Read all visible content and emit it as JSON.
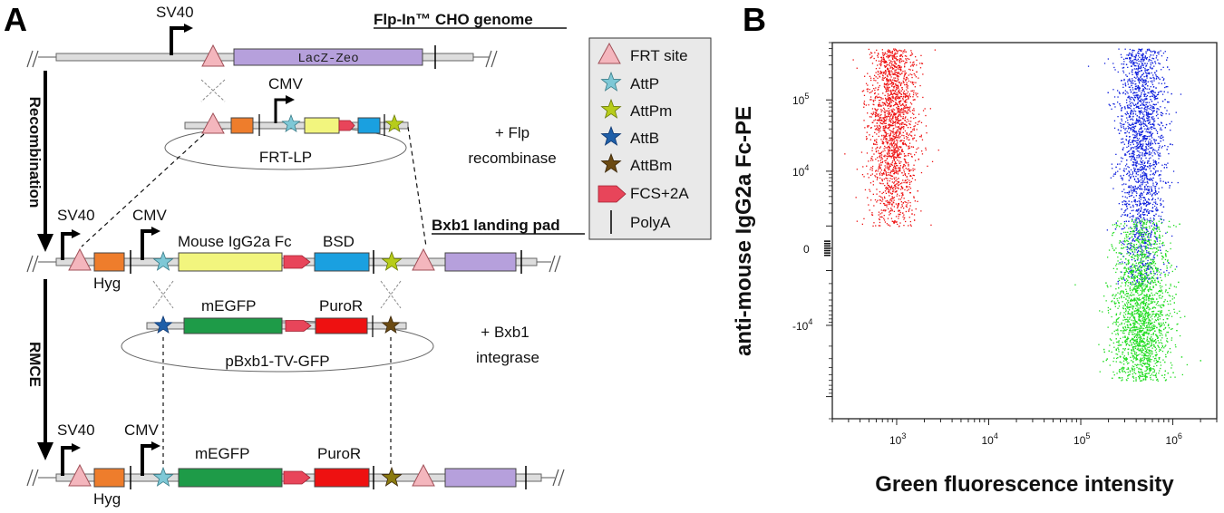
{
  "panels": {
    "a": "A",
    "b": "B"
  },
  "colors": {
    "frt": "#f4b6bd",
    "attp": "#7ec8d6",
    "attpm": "#b7cc1a",
    "attb": "#1f5fa8",
    "attbm": "#6b4a12",
    "fcs": "#e8455a",
    "hyg": "#ee7d2c",
    "lacz": "#b6a0dc",
    "fc": "#f2f57e",
    "bsd": "#1aa0e0",
    "megfp": "#1e9b48",
    "puror": "#ee1111",
    "tail": "#b6a0dc",
    "dots_red": "#ee1111",
    "dots_blue": "#1122dd",
    "dots_green": "#22dd22"
  },
  "panel_a": {
    "genome_title": "Flp-In™ CHO genome",
    "row1": {
      "promoter": "SV40",
      "gene": "LacZ-Zeo"
    },
    "frt_lp": {
      "promoter": "CMV",
      "name": "FRT-LP",
      "enzyme_line1": "+ Flp",
      "enzyme_line2": "recombinase"
    },
    "landing_pad": {
      "title": "Bxb1 landing pad",
      "sv40": "SV40",
      "cmv": "CMV",
      "hyg": "Hyg",
      "fc": "Mouse IgG2a Fc",
      "bsd": "BSD"
    },
    "tv": {
      "megfp": "mEGFP",
      "puror": "PuroR",
      "name": "pBxb1-TV-GFP",
      "enzyme_line1": "+ Bxb1",
      "enzyme_line2": "integrase"
    },
    "final": {
      "sv40": "SV40",
      "cmv": "CMV",
      "hyg": "Hyg",
      "megfp": "mEGFP",
      "puror": "PuroR"
    },
    "side_labels": {
      "top": "Recombination",
      "bottom": "RMCE"
    },
    "legend": [
      {
        "symbol": "triangle",
        "color": "frt",
        "label": "FRT site"
      },
      {
        "symbol": "star",
        "color": "attp",
        "label": "AttP"
      },
      {
        "symbol": "star",
        "color": "attpm",
        "label": "AttPm"
      },
      {
        "symbol": "star",
        "color": "attb",
        "label": "AttB"
      },
      {
        "symbol": "star",
        "color": "attbm",
        "label": "AttBm"
      },
      {
        "symbol": "arrow",
        "color": "fcs",
        "label": "FCS+2A"
      },
      {
        "symbol": "bar",
        "color": "",
        "label": "PolyA"
      }
    ]
  },
  "chart_data": {
    "type": "scatter",
    "xlabel": "Green fluorescence intensity",
    "ylabel": "anti-mouse IgG2a Fc-PE",
    "x_scale": "log",
    "xlim": [
      200,
      3000000
    ],
    "x_ticks": [
      {
        "value": 1000,
        "label_base": "10",
        "label_exp": "3"
      },
      {
        "value": 10000,
        "label_base": "10",
        "label_exp": "4"
      },
      {
        "value": 100000,
        "label_base": "10",
        "label_exp": "5"
      },
      {
        "value": 1000000,
        "label_base": "10",
        "label_exp": "6"
      }
    ],
    "y_scale": "biexponential",
    "ylim": [
      -200000,
      600000
    ],
    "y_ticks": [
      {
        "value": 100000,
        "label_base": "10",
        "label_exp": "5",
        "prefix": ""
      },
      {
        "value": 10000,
        "label_base": "10",
        "label_exp": "4",
        "prefix": ""
      },
      {
        "value": 0,
        "label_base": "0",
        "label_exp": "",
        "prefix": ""
      },
      {
        "value": -10000,
        "label_base": "10",
        "label_exp": "4",
        "prefix": "-"
      }
    ],
    "series": [
      {
        "color": "dots_red",
        "x_center": 900,
        "x_spread_log": 0.13,
        "y_range": [
          1000,
          500000
        ],
        "y_center": 70000,
        "count": 1900
      },
      {
        "color": "dots_blue",
        "x_center": 450000,
        "x_spread_log": 0.12,
        "y_range": [
          -2000,
          500000
        ],
        "y_center": 60000,
        "count": 2400
      },
      {
        "color": "dots_green",
        "x_center": 450000,
        "x_spread_log": 0.15,
        "y_range": [
          -60000,
          1500
        ],
        "y_center": -8000,
        "count": 2400
      }
    ],
    "grid": false
  }
}
